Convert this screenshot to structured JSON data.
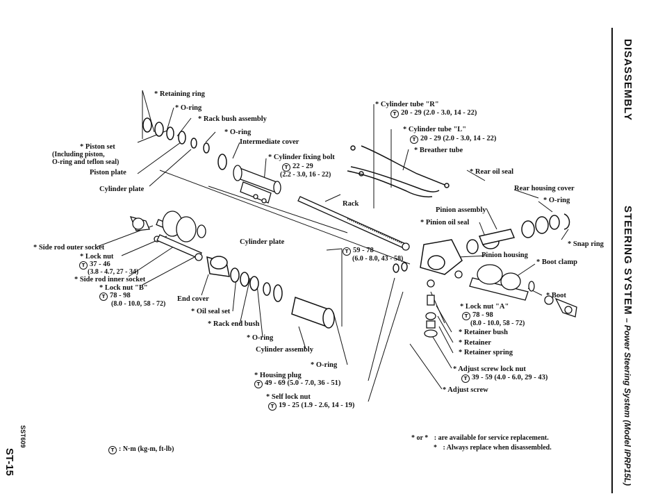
{
  "sidebar_right": {
    "section": "DISASSEMBLY",
    "title": "STEERING SYSTEM",
    "subtitle": "– Power Steering System (Model IPRP15L)"
  },
  "sidebar_left": {
    "code": "SST609",
    "page": "ST-15"
  },
  "labels": {
    "retaining_ring": "* Retaining ring",
    "o_ring_1": "* O-ring",
    "rack_bush_assembly": "* Rack bush assembly",
    "o_ring_2": "* O-ring",
    "intermediate_cover": "Intermediate cover",
    "piston_set_1": "* Piston set",
    "piston_set_2": "(Including piston,",
    "piston_set_3": "O-ring and teflon seal)",
    "piston_plate": "Piston plate",
    "cylinder_plate_1": "Cylinder plate",
    "cylinder_fixing_bolt": "* Cylinder fixing bolt",
    "cylinder_fixing_torque": "22 - 29",
    "cylinder_fixing_torque2": "(2.2 - 3.0, 16 - 22)",
    "cyl_tube_r": "* Cylinder tube \"R\"",
    "cyl_tube_r_torque": "20 - 29 (2.0 - 3.0, 14 - 22)",
    "cyl_tube_l": "* Cylinder tube \"L\"",
    "cyl_tube_l_torque": "20 - 29 (2.0 - 3.0, 14 - 22)",
    "breather_tube": "* Breather tube",
    "rear_oil_seal": "* Rear oil seal",
    "rear_housing_cover": "Rear housing cover",
    "o_ring_3": "* O-ring",
    "pinion_assembly": "Pinion assembly",
    "pinion_oil_seal": "* Pinion oil seal",
    "snap_ring": "* Snap ring",
    "rack": "Rack",
    "side_rod_outer_socket": "* Side rod outer socket",
    "lock_nut": "* Lock nut",
    "lock_nut_torque": "37 - 46",
    "lock_nut_torque2": "(3.8 - 4.7, 27 - 34)",
    "side_rod_inner_socket": "* Side rod inner socket",
    "lock_nut_b": "* Lock nut \"B\"",
    "lock_nut_b_torque": "78 - 98",
    "lock_nut_b_torque2": "(8.0 - 10.0, 58 - 72)",
    "end_cover": "End cover",
    "oil_seal_set": "* Oil seal set",
    "rack_end_bush": "* Rack end bush",
    "cylinder_plate_2": "Cylinder plate",
    "torque_59": "59 - 78",
    "torque_59b": "(6.0 - 8.0, 43 - 58)",
    "o_ring_4": "* O-ring",
    "cylinder_assembly": "Cylinder assembly",
    "o_ring_5": "* O-ring",
    "housing_plug": "* Housing plug",
    "housing_plug_torque": "49 - 69 (5.0 - 7.0, 36 - 51)",
    "self_lock_nut": "* Self lock nut",
    "self_lock_nut_torque": "19 - 25 (1.9 - 2.6, 14 - 19)",
    "pinion_housing": "Pinion housing",
    "boot_clamp": "* Boot clamp",
    "boot": "* Boot",
    "lock_nut_a": "* Lock nut \"A\"",
    "lock_nut_a_torque": "78 - 98",
    "lock_nut_a_torque2": "(8.0 - 10.0, 58 - 72)",
    "retainer_bush": "* Retainer bush",
    "retainer": "* Retainer",
    "retainer_spring": "* Retainer spring",
    "adjust_screw_lock_nut": "* Adjust screw lock nut",
    "adjust_screw_lock_nut_torque": "39 - 59 (4.0 - 6.0, 29 - 43)",
    "adjust_screw": "* Adjust screw"
  },
  "legend": {
    "torque_unit": ": N·m (kg-m, ft-lb)",
    "line1_sym": "* or *",
    "line1_text": ":  are available for service replacement.",
    "line2_sym": "*",
    "line2_text": ":  Always replace when disassembled."
  },
  "torque_symbol": "T"
}
